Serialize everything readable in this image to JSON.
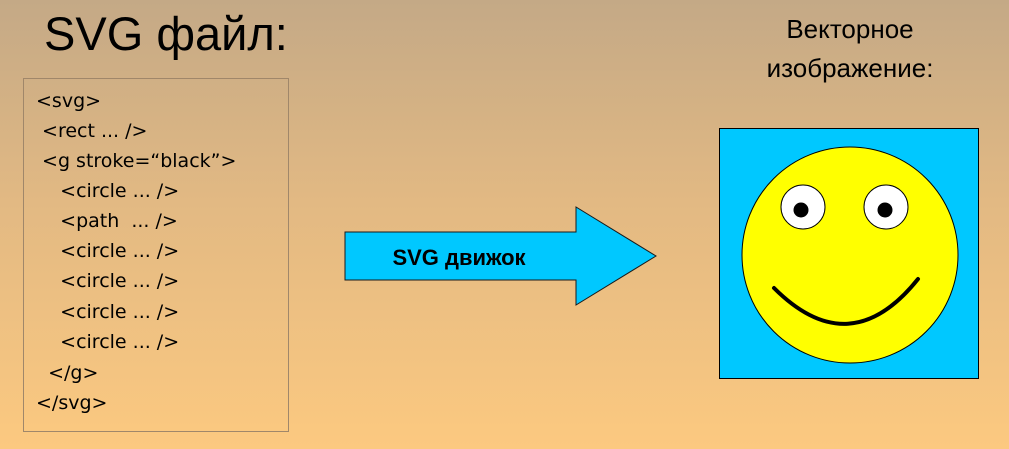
{
  "title": "SVG файл:",
  "result_caption": "Векторное изображение:",
  "code_lines": [
    "<svg>",
    " <rect ... />",
    " <g stroke=“black”>",
    "    <circle ... />",
    "    <path  ... />",
    "    <circle ... />",
    "    <circle ... />",
    "    <circle ... />",
    "    <circle ... />",
    "  </g>",
    "</svg>"
  ],
  "arrow_label": "SVG движок",
  "colors": {
    "arrow_fill": "#00c8ff",
    "image_background": "#00c8ff",
    "face": "#ffff00",
    "stroke": "#000000",
    "eye_white": "#ffffff"
  }
}
